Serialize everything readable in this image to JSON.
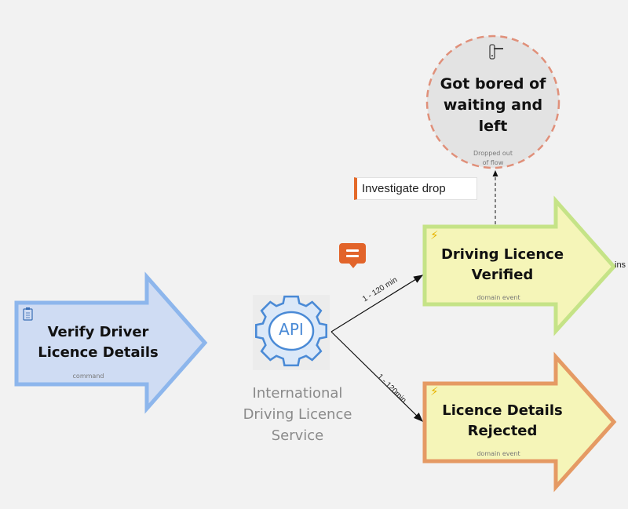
{
  "command": {
    "title": "Verify Driver Licence Details",
    "tag": "command",
    "icon": "clipboard-icon",
    "color": "#cfdcf3",
    "border": "#8db6ec"
  },
  "service": {
    "icon_text": "API",
    "name": "International Driving Licence Service",
    "icon": "api-gear-icon",
    "color": "#4a8ad6"
  },
  "events": [
    {
      "title": "Driving Licence Verified",
      "tag": "domain event",
      "icon": "lightning-icon",
      "color": "#f5f5b8",
      "border": "#c5e387"
    },
    {
      "title": "Licence Details Rejected",
      "tag": "domain event",
      "icon": "lightning-icon",
      "color": "#f5f5b8",
      "border": "#e59a64"
    }
  ],
  "edges": [
    {
      "label": "1 - 120 min"
    },
    {
      "label": "1 - 120min"
    }
  ],
  "dropout": {
    "title": "Got bored of waiting and left",
    "tag": "Dropped out of flow",
    "icon": "door-handle-icon",
    "color": "#e3e3e3",
    "border": "#e0907a"
  },
  "note": {
    "label": "Investigate drop",
    "accent": "#e46a2a"
  },
  "comment": {
    "icon": "comment-icon"
  },
  "truncated_label": "ins"
}
